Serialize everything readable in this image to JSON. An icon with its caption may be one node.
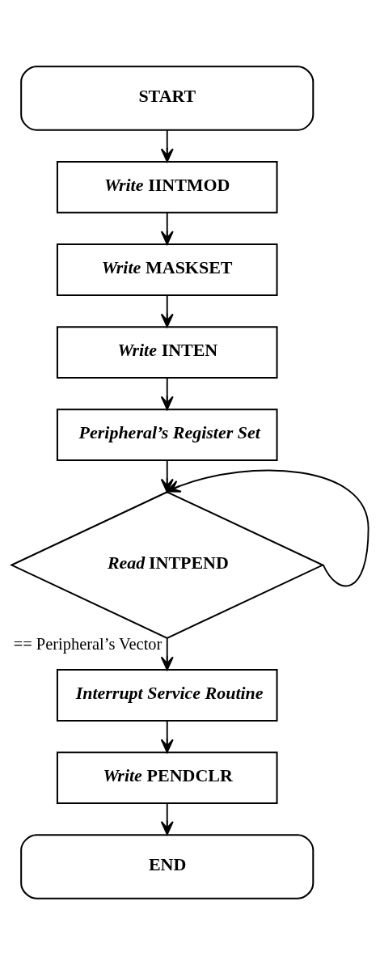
{
  "diagram": {
    "nodes": [
      {
        "text": [
          "START"
        ]
      },
      {
        "text": [
          "*Write* IINTMOD"
        ]
      },
      {
        "text": [
          "*Write* MASKSET"
        ]
      },
      {
        "text": [
          "*Write* INTEN"
        ]
      },
      {
        "text": [
          "*Peripheral’s Register Set*"
        ]
      },
      {
        "text": [
          "*Read* INTPEND"
        ]
      },
      {
        "text": [
          "*Interrupt Service Routine*"
        ]
      },
      {
        "text": [
          "*Write* PENDCLR"
        ]
      },
      {
        "text": [
          "END"
        ]
      }
    ],
    "edges": [
      {
        "from": 0,
        "to": 1,
        "arrow": "to"
      },
      {
        "from": 1,
        "to": 2,
        "arrow": "to"
      },
      {
        "from": 2,
        "to": 3,
        "arrow": "to"
      },
      {
        "from": 3,
        "to": 4,
        "arrow": "to"
      },
      {
        "from": 4,
        "to": 5,
        "arrow": "to"
      },
      {
        "from": 5,
        "to": 5,
        "arrow": "to"
      },
      {
        "from": 5,
        "to": 6,
        "arrow": "to",
        "label": "== Peripheral’s Vector"
      },
      {
        "from": 6,
        "to": 7,
        "arrow": "to"
      },
      {
        "from": 7,
        "to": 8,
        "arrow": "to"
      }
    ]
  }
}
